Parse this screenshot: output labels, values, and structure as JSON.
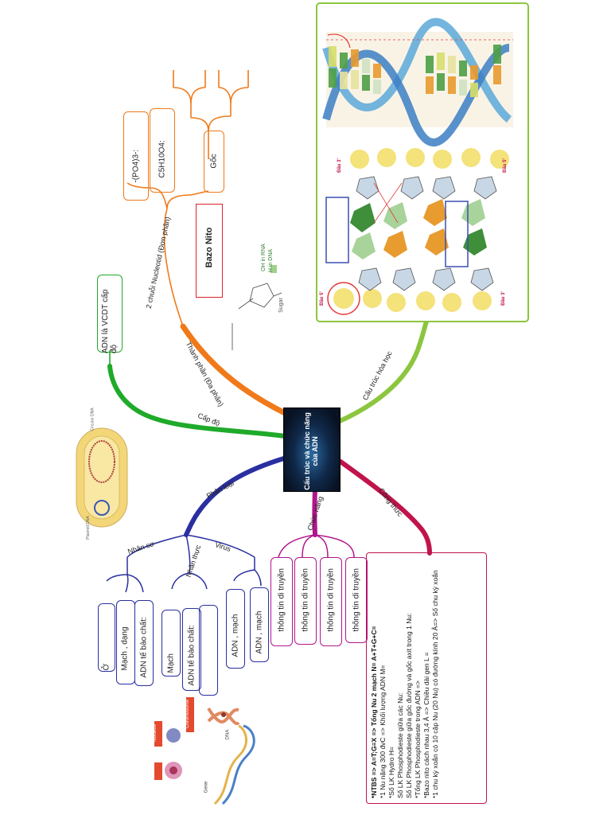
{
  "center": {
    "title": "Cấu trúc và chức năng của ADN"
  },
  "branches": {
    "thanh_phan": "Thành phần (Đa phân)",
    "cap_do": "Cấp độ",
    "cau_truc_hoa_hoc": "Cấu trúc hóa học",
    "phan_loai": "Phân loại",
    "chuc_nang": "Chức năng",
    "cong_thuc": "Công thức"
  },
  "thanh_phan": {
    "sub_branch": "2 chuỗi Nucleotid (Đơn phân)",
    "po4": "-(PO4)3-:",
    "sugar": "C5H10O4:",
    "goc": "Gốc",
    "bazo": "Bazo Nito",
    "oh_rna": "OH in RNA",
    "h_dna": "H in DNA",
    "sugar_label": "Sugar"
  },
  "cap_do": {
    "box": "ADN là VCDT cấp độ"
  },
  "cau_truc_img": {
    "dau3_top": "Đầu 3'",
    "dau5_top": "Đầu 5'",
    "dau5_bottom": "Đầu 5'",
    "dau3_bottom": "Đầu 3'"
  },
  "cell_img": {
    "circular": "Circular DNA",
    "plasmid": "Plasmid DNA"
  },
  "phan_loai": {
    "so": "Nhân sơ",
    "thuc": "Nhân thực",
    "virus": "Virus",
    "so_items": [
      "Ở",
      "Mạch , dạng",
      "ADN tế bào chất:"
    ],
    "thuc_items": [
      "Mạch",
      "ADN tế bào chất:"
    ],
    "virus_items": [
      "ADN , mạch",
      "ADN , mạch"
    ]
  },
  "chuc_nang": {
    "items": [
      "thông tin di truyền",
      "thông tin di truyền",
      "thông tin di truyền",
      "thông tin di truyền"
    ]
  },
  "chromo_img": {
    "cell": "Cell",
    "nucleus": "Nucleus",
    "chromosome": "Chromosome",
    "dna": "DNA",
    "gene": "Gene"
  },
  "cong_thuc": {
    "lines": [
      "*NTBS => A=T;G≡X => Tổng Nu 2 mạch N= A+T+G+C=",
      "*1 Nu nặng 300 đvC => Khối lượng ADN M=",
      "*Số LK Hydro H=",
      "Số LK Phosphodieste giữa các Nu:",
      "Số LK Phosphodieste giữa gốc đường và gốc axit trong 1 Nu:",
      "*Tổng LK Phosphodieste trong ADN =>",
      "*Bazo nito cách nhau 3,4 Å => Chiều dài gen L =",
      "*1 chu kỳ xoắn có 10 cặp Nu (20 Nu) có đường kính 20 Å=> Số chu kỳ xoắn"
    ]
  },
  "colors": {
    "orange": "#F07A1A",
    "green": "#1FAA2A",
    "lime": "#8CC63F",
    "blue": "#2A2FA0",
    "magenta": "#B0168C",
    "crimson": "#C0144B",
    "red_box": "#D9252B"
  }
}
